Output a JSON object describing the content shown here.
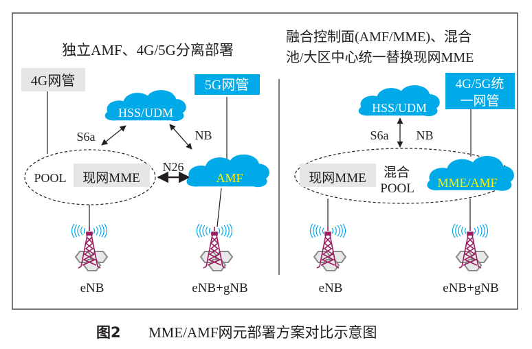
{
  "colors": {
    "cloud": "#00a9e8",
    "cloud_text_white": "#ffffff",
    "cloud_text_yellow": "#fff200",
    "nms_4g_bg": "#e6e6e6",
    "nms_5g_bg": "#00a9e8",
    "mme_bg": "#e6e6e6",
    "tower": "#9b1c5e",
    "signal": "#00a9e8",
    "line": "#231f20"
  },
  "left_panel": {
    "title": "独立AMF、4G/5G分离部署",
    "nms_4g": "4G网管",
    "nms_5g": "5G网管",
    "hss_udm": "HSS/UDM",
    "label_s6a": "S6a",
    "label_nb": "NB",
    "label_n26": "N26",
    "pool_label": "POOL",
    "mme_label": "现网MME",
    "amf_label": "AMF",
    "site_left": "eNB",
    "site_right": "eNB+gNB"
  },
  "right_panel": {
    "title_line1": "融合控制面(AMF/MME)、混合",
    "title_line2": "池/大区中心统一替换现网MME",
    "nms_unified_line1": "4G/5G统",
    "nms_unified_line2": "一网管",
    "hss_udm": "HSS/UDM",
    "label_s6a": "S6a",
    "label_nb": "NB",
    "mme_label": "现网MME",
    "hybrid_line1": "混合",
    "hybrid_line2": "POOL",
    "mme_amf_label": "MME/AMF",
    "site_left": "eNB",
    "site_right": "eNB+gNB"
  },
  "caption": {
    "figure_no": "图2",
    "text": "MME/AMF网元部署方案对比示意图"
  }
}
